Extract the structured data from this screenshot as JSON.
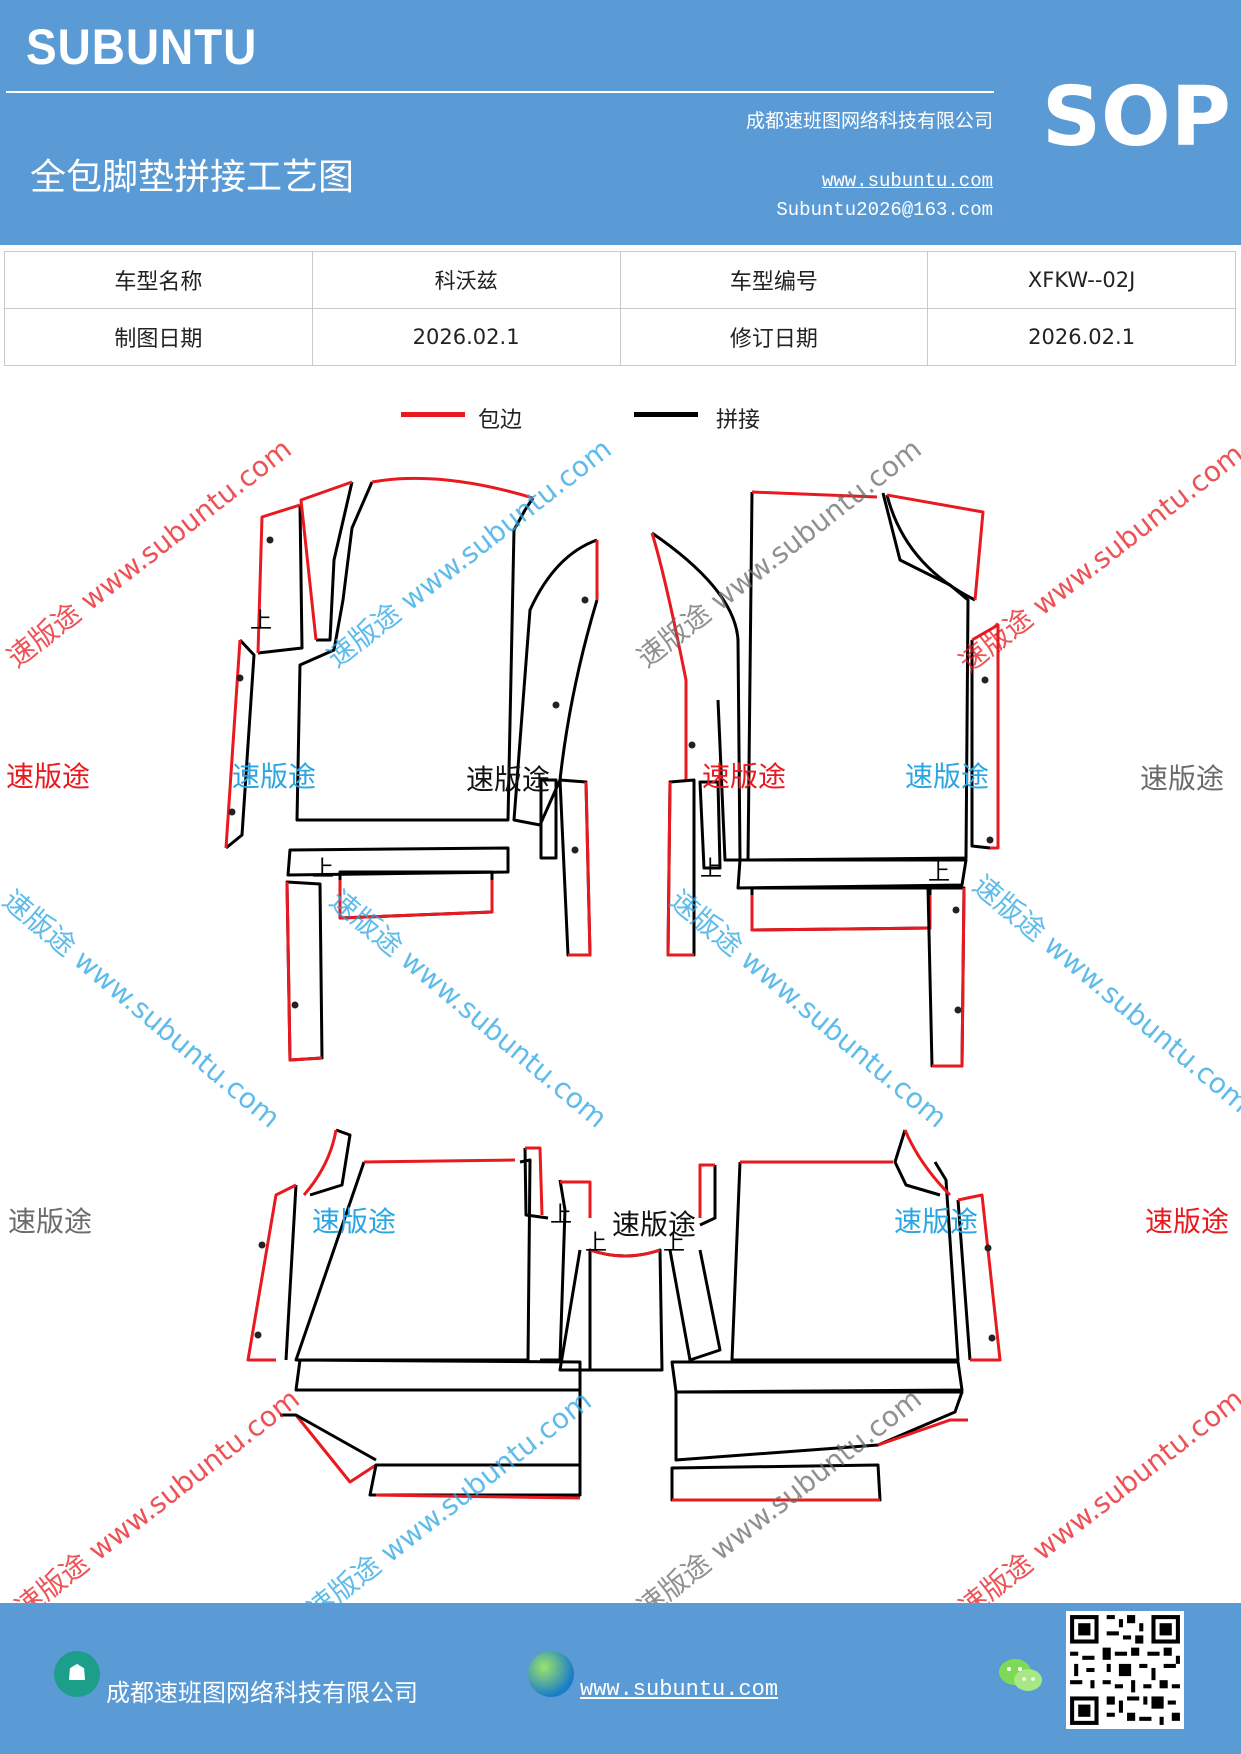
{
  "header": {
    "brand": "SUBUNTU",
    "company": "成都速班图网络科技有限公司",
    "title": "全包脚垫拼接工艺图",
    "website": "www.subuntu.com",
    "email": "Subuntu2026@163.com",
    "sop": "SOP"
  },
  "info_table": {
    "rows": [
      [
        "车型名称",
        "科沃兹",
        "车型编号",
        "XFKW--02J"
      ],
      [
        "制图日期",
        "2026.02.1",
        "修订日期",
        "2026.02.1"
      ]
    ]
  },
  "legend": {
    "items": [
      {
        "label": "包边",
        "color": "#e8191f"
      },
      {
        "label": "拼接",
        "color": "#000000"
      }
    ]
  },
  "marks": {
    "seam": "上"
  },
  "watermark": {
    "brand": "速版途",
    "url": "www.subuntu.com",
    "colors": {
      "red": "#e8191f",
      "blue": "#2aa6e3",
      "gray": "#6b6b6b",
      "dark": "#111111"
    }
  },
  "footer": {
    "company": "成都速班图网络科技有限公司",
    "website": "www.subuntu.com",
    "icons": [
      "home-icon",
      "globe-icon",
      "wechat-icon",
      "qr-code"
    ]
  },
  "colors": {
    "header_bg": "#5b9bd5",
    "edge_red": "#e8191f",
    "seam_black": "#000000"
  }
}
